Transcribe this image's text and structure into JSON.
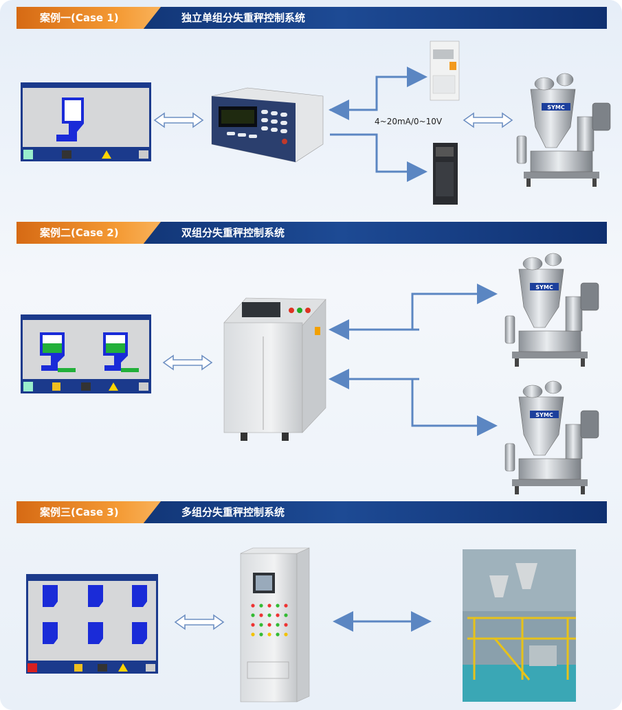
{
  "cases": [
    {
      "tag": "案例一(Case 1)",
      "title": "独立单组分失重秤控制系统"
    },
    {
      "tag": "案例二(Case 2)",
      "title": "双组分失重秤控制系统"
    },
    {
      "tag": "案例三(Case 3)",
      "title": "多组分失重秤控制系统"
    }
  ],
  "signal_label": "4~20mA/0~10V",
  "machine_brand": "SYMC",
  "colors": {
    "band": "#123a80",
    "tag": "#ef8a22",
    "arrow": "#5b86c2",
    "screen": "#7a7f86",
    "hopper": "#1a2bd8",
    "fill": "#22b03a"
  }
}
